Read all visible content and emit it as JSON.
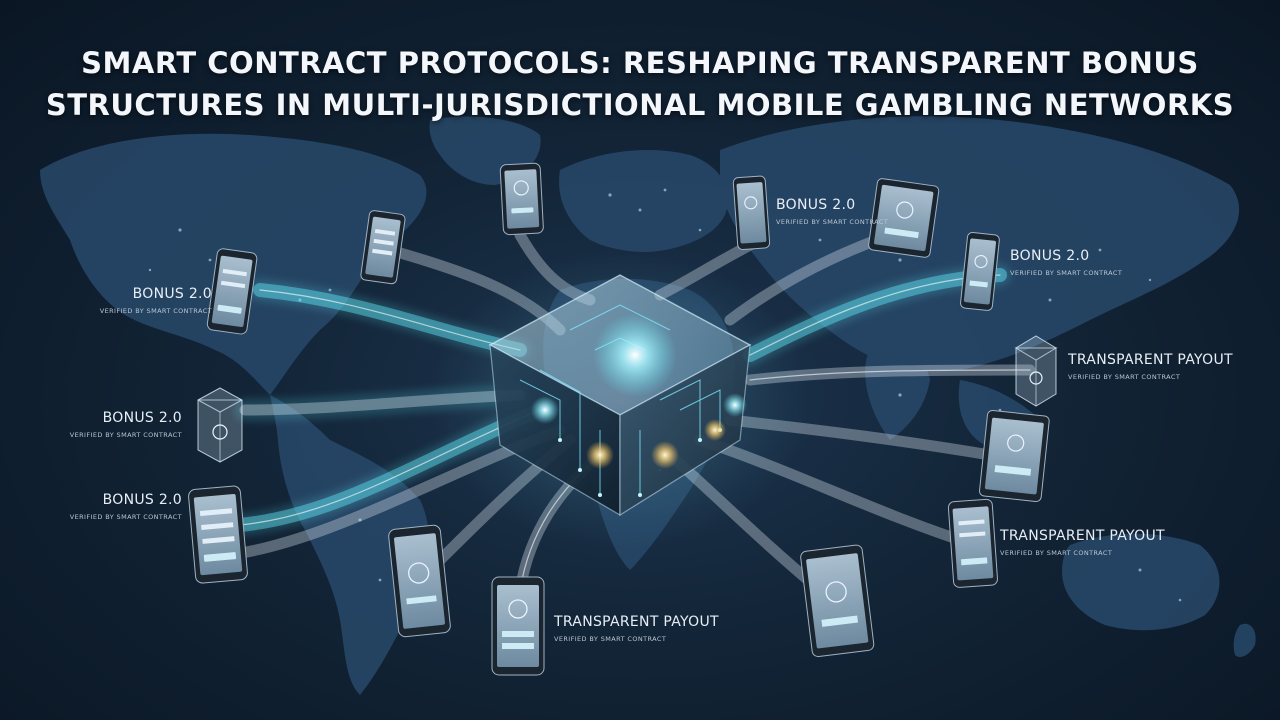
{
  "title": {
    "line1": "SMART CONTRACT PROTOCOLS: RESHAPING TRANSPARENT BONUS",
    "line2": "STRUCTURES IN MULTI-JURISDICTIONAL MOBILE GAMBLING NETWORKS"
  },
  "labels": [
    {
      "main": "BONUS 2.0",
      "sub": "VERIFIED BY SMART CONTRACT"
    },
    {
      "main": "BONUS 2.0",
      "sub": "VERIFIED BY SMART CONTRACT"
    },
    {
      "main": "BONUS 2.0",
      "sub": "VERIFIED BY SMART CONTRACT"
    },
    {
      "main": "BONUS 2.0",
      "sub": "VERIFIED BY SMART CONTRACT"
    },
    {
      "main": "BONUS 2.0",
      "sub": "VERIFIED BY SMART CONTRACT"
    },
    {
      "main": "TRANSPARENT PAYOUT",
      "sub": "VERIFIED BY SMART CONTRACT"
    },
    {
      "main": "TRANSPARENT PAYOUT",
      "sub": "VERIFIED BY SMART CONTRACT"
    },
    {
      "main": "TRANSPARENT PAYOUT",
      "sub": "VERIFIED BY SMART CONTRACT"
    }
  ],
  "colors": {
    "background": "#0f2133",
    "map": "#2b4f6e",
    "stream_cyan": "#5fe3f2",
    "stream_white": "#dfe8f2",
    "cube_glow": "#a8f4ff",
    "device_frame": "#1b2530",
    "device_screen": "#8fa7b8"
  },
  "icons": [
    "world-map-icon",
    "blockchain-cube-icon",
    "smartphone-icon",
    "tablet-icon",
    "shield-icon"
  ]
}
